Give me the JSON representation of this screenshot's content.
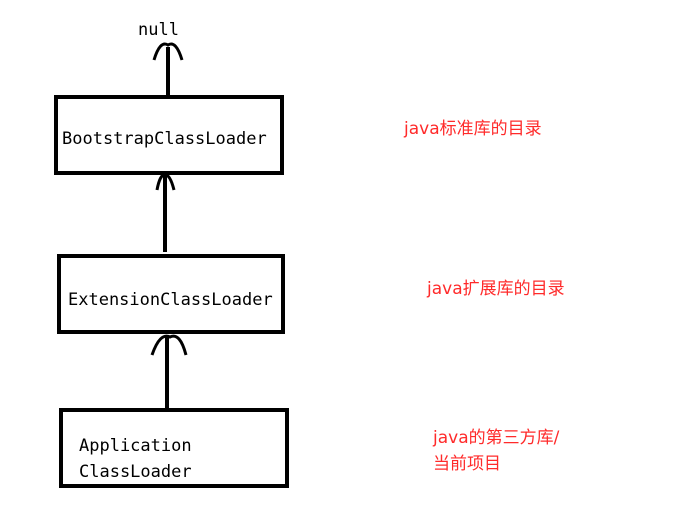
{
  "diagram": {
    "top_label": "null",
    "nodes": [
      {
        "id": "bootstrap",
        "label": "BootstrapClassLoader",
        "note": "java标准库的目录"
      },
      {
        "id": "extension",
        "label": "ExtensionClassLoader",
        "note": "java扩展库的目录"
      },
      {
        "id": "application",
        "label_lines": [
          "Application",
          "ClassLoader"
        ],
        "note_lines": [
          "java的第三方库/",
          "当前项目"
        ]
      }
    ],
    "colors": {
      "box_border": "#000000",
      "note_text": "#ff2a2a",
      "arrow": "#000000"
    }
  }
}
